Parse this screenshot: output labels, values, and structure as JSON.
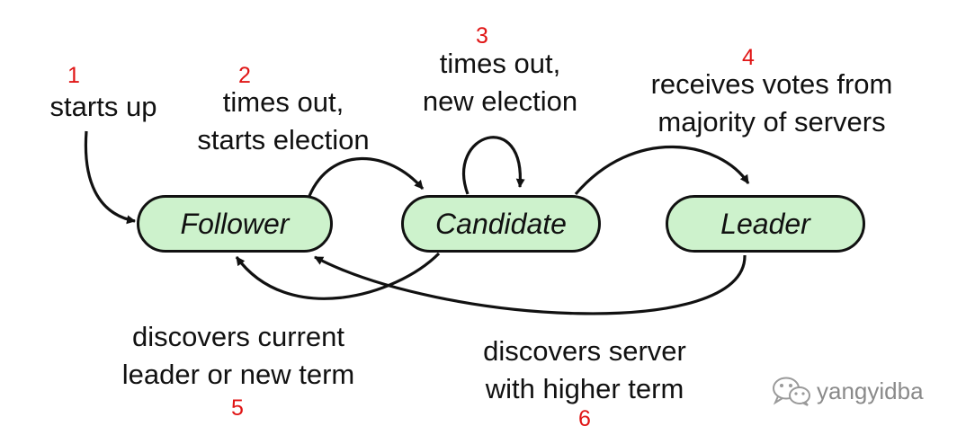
{
  "states": {
    "follower": "Follower",
    "candidate": "Candidate",
    "leader": "Leader"
  },
  "transitions": [
    {
      "number": "1",
      "line1": "starts up",
      "line2": ""
    },
    {
      "number": "2",
      "line1": "times out,",
      "line2": "starts election"
    },
    {
      "number": "3",
      "line1": "times out,",
      "line2": "new election"
    },
    {
      "number": "4",
      "line1": "receives votes from",
      "line2": "majority of servers"
    },
    {
      "number": "5",
      "line1": "discovers current",
      "line2": "leader or new term"
    },
    {
      "number": "6",
      "line1": "discovers server",
      "line2": "with higher term"
    }
  ],
  "watermark": {
    "text": "yangyidba",
    "icon": "wechat-icon"
  },
  "colors": {
    "state_fill": "#cdf2cc",
    "number": "#e01515",
    "line": "#111111"
  }
}
